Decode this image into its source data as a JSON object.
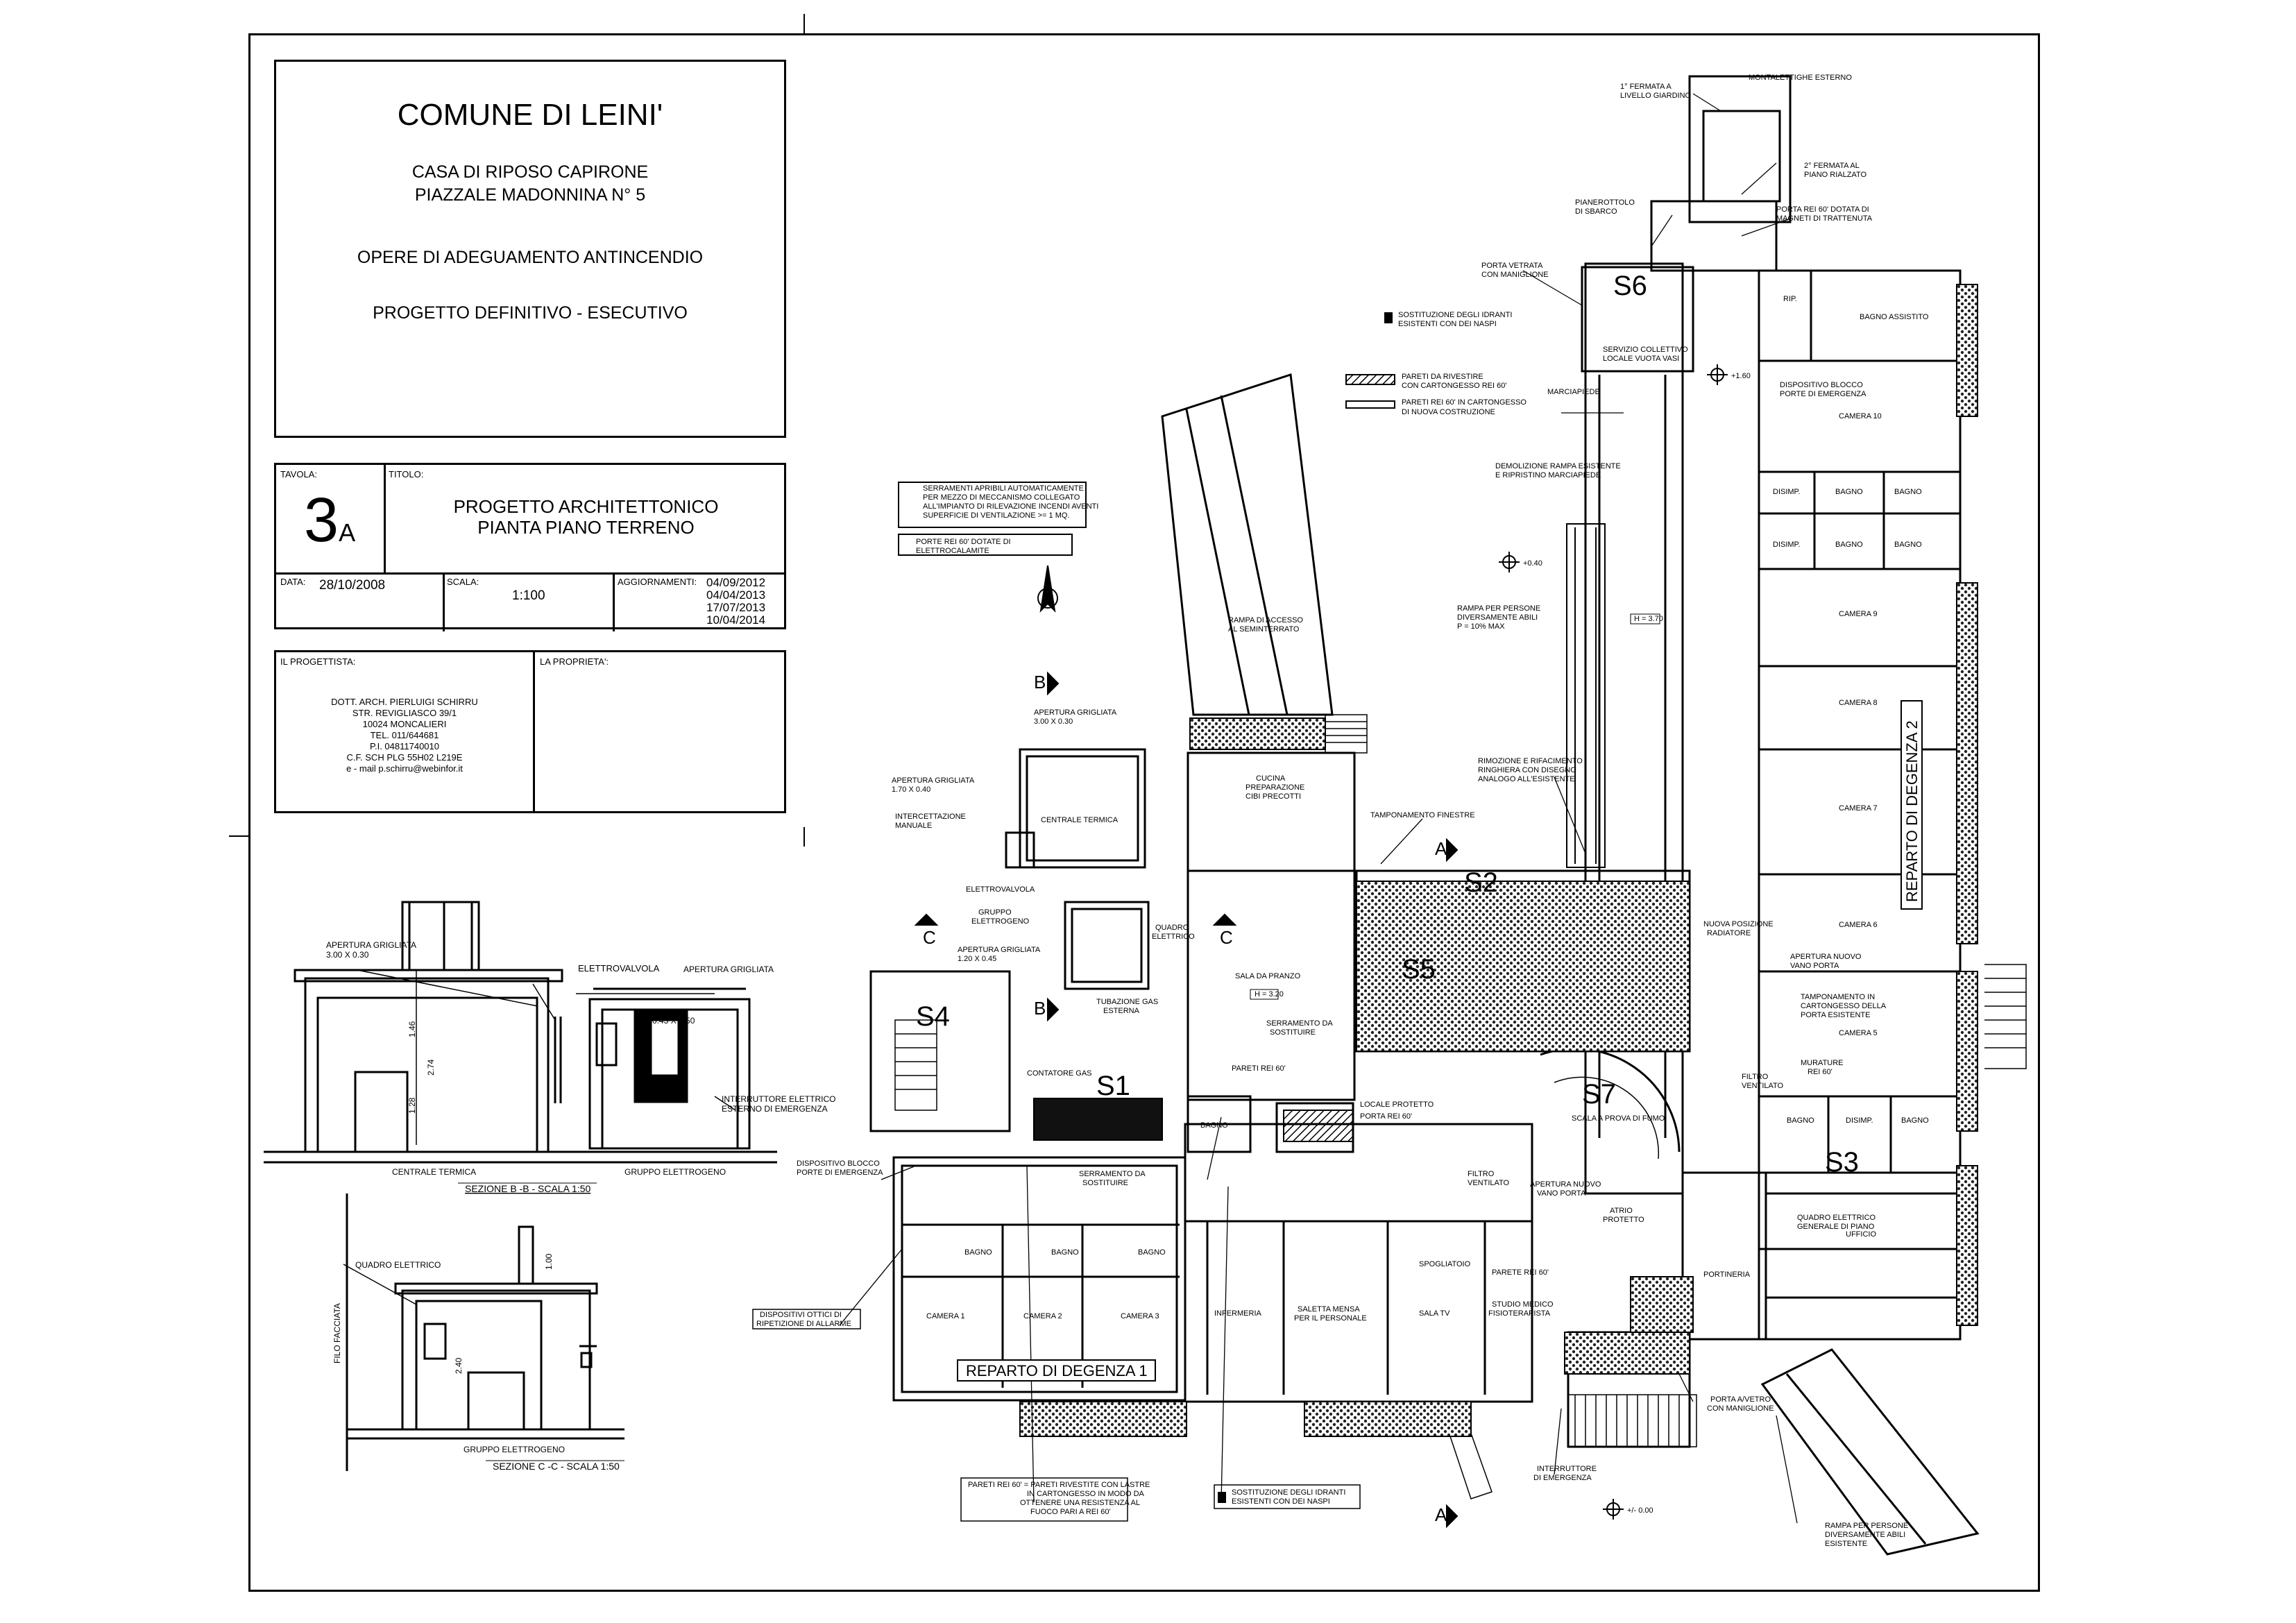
{
  "title_block": {
    "comune": "COMUNE DI LEINI'",
    "building": "CASA DI RIPOSO CAPIRONE",
    "address": "PIAZZALE MADONNINA N° 5",
    "works": "OPERE DI ADEGUAMENTO ANTINCENDIO",
    "phase": "PROGETTO DEFINITIVO - ESECUTIVO"
  },
  "sheet": {
    "tavola_label": "TAVOLA:",
    "tavola_number": "3",
    "tavola_suffix": "A",
    "titolo_label": "TITOLO:",
    "title_line1": "PROGETTO ARCHITETTONICO",
    "title_line2": "PIANTA PIANO TERRENO",
    "data_label": "DATA:",
    "data_value": "28/10/2008",
    "scala_label": "SCALA:",
    "scala_value": "1:100",
    "aggiornamenti_label": "AGGIORNAMENTI:",
    "updates": [
      "04/09/2012",
      "04/04/2013",
      "17/07/2013",
      "10/04/2014"
    ]
  },
  "credits": {
    "progettista_label": "IL PROGETTISTA:",
    "proprieta_label": "LA PROPRIETA':",
    "lines": [
      "DOTT. ARCH. PIERLUIGI SCHIRRU",
      "STR. REVIGLIASCO 39/1",
      "10024 MONCALIERI",
      "TEL. 011/644681",
      "P.I. 04811740010",
      "C.F. SCH PLG 55H02 L219E",
      "e - mail p.schirru@webinfor.it"
    ]
  },
  "sections": {
    "sec_bb": "SEZIONE B -B - SCALA 1:50",
    "sec_cc": "SEZIONE C -C - SCALA 1:50",
    "centrale_termica": "CENTRALE TERMICA",
    "gruppo_elettrogeno": "GRUPPO ELETTROGENO",
    "gruppo_elettrogeno2": "GRUPPO ELETTROGENO",
    "quadro_elettrico": "QUADRO ELETTRICO",
    "apertura_grigliata": "APERTURA GRIGLIATA",
    "apertura_grigliata_dim": "3.00 X 0.30",
    "apertura_grigliata2": "APERTURA GRIGLIATA",
    "apertura_grigliata2_dim": "0.43 X 0.50",
    "elettrovalvola": "ELETTROVALVOLA",
    "interruttore1": "INTERRUTTORE ELETTRICO",
    "interruttore2": "ESTERNO DI EMERGENZA",
    "filo_facciata": "FILO FACCIATA",
    "dim_146": "1.46",
    "dim_274": "2.74",
    "dim_128": "1.28",
    "dim_100": "1.00",
    "dim_240": "2.40"
  },
  "legend": {
    "pareti_rivestire": "PARETI DA RIVESTIRE",
    "pareti_rivestire2": "CON CARTONGESSO REI 60'",
    "pareti_nuove": "PARETI REI 60' IN CARTONGESSO",
    "pareti_nuove2": "DI NUOVA COSTRUZIONE",
    "serramenti1": "SERRAMENTI APRIBILI AUTOMATICAMENTE",
    "serramenti2": "PER MEZZO DI MECCANISMO COLLEGATO",
    "serramenti3": "ALL'IMPIANTO DI RILEVAZIONE INCENDI AVENTI",
    "serramenti4": "SUPERFICIE DI VENTILAZIONE >= 1 MQ.",
    "porte_rei1": "PORTE REI 60' DOTATE DI",
    "porte_rei2": "ELETTROCALAMITE",
    "sostituzione1": "SOSTITUZIONE DEGLI IDRANTI",
    "sostituzione2": "ESISTENTI CON DEI NASPI"
  },
  "stairs": [
    "S1",
    "S2",
    "S3",
    "S4",
    "S5",
    "S6",
    "S7"
  ],
  "section_marks": [
    "A",
    "A",
    "B",
    "B",
    "C",
    "C"
  ],
  "rooms": {
    "rampa_accesso": "RAMPA DI ACCESSO",
    "rampa_accesso2": "AL SEMINTERRATO",
    "cucina": "CUCINA",
    "cucina2": "PREPARAZIONE",
    "cucina3": "CIBI PRECOTTI",
    "centrale_termica": "CENTRALE TERMICA",
    "sala_pranzo": "SALA DA PRANZO",
    "camera1": "CAMERA 1",
    "camera2": "CAMERA 2",
    "camera3": "CAMERA 3",
    "bagno": "BAGNO",
    "infermeria": "INFERMERIA",
    "saletta1": "SALETTA MENSA",
    "saletta2": "PER IL PERSONALE",
    "sala_tv": "SALA TV",
    "studio1": "STUDIO MEDICO",
    "studio2": "FISIOTERAPISTA",
    "atrio1": "ATRIO",
    "atrio2": "PROTETTO",
    "ufficio": "UFFICIO",
    "portineria": "PORTINERIA",
    "camera5": "CAMERA 5",
    "camera6": "CAMERA 6",
    "camera7": "CAMERA 7",
    "camera8": "CAMERA 8",
    "camera9": "CAMERA 9",
    "camera10": "CAMERA 10",
    "bagno_assistito": "BAGNO ASSISTITO",
    "rip": "RIP.",
    "disimp": "DISIMP.",
    "reparto1": "REPARTO DI DEGENZA 1",
    "reparto2": "REPARTO DI DEGENZA 2",
    "marciapiede": "MARCIAPIEDE",
    "bagno2": "BAGNO"
  },
  "notes": {
    "montalettighe": "MONTALETTIGHE ESTERNO",
    "fermata1a": "1° FERMATA A",
    "fermata1b": "LIVELLO GIARDINO",
    "fermata2a": "2° FERMATA AL",
    "fermata2b": "PIANO RIALZATO",
    "pianerottolo1": "PIANEROTTOLO",
    "pianerottolo2": "DI SBARCO",
    "porta_rei_magneti1": "PORTA REI 60' DOTATA DI",
    "porta_rei_magneti2": "MAGNETI DI TRATTENUTA",
    "porta_vetrata1": "PORTA VETRATA",
    "porta_vetrata2": "CON MANIGLIONE",
    "servizio1": "SERVIZIO COLLETTIVO",
    "servizio2": "LOCALE VUOTA VASI",
    "dispositivo_blocco1": "DISPOSITIVO BLOCCO",
    "dispositivo_blocco2": "PORTE DI EMERGENZA",
    "demolizione1": "DEMOLIZIONE RAMPA ESISTENTE",
    "demolizione2": "E RIPRISTINO MARCIAPIEDE",
    "rampa_persone1": "RAMPA PER PERSONE",
    "rampa_persone2": "DIVERSAMENTE ABILI",
    "rampa_persone3": "P = 10% MAX",
    "rimozione1": "RIMOZIONE E RIFACIMENTO",
    "rimozione2": "RINGHIERA CON DISEGNO",
    "rimozione3": "ANALOGO ALL'ESISTENTE",
    "tamponamento": "TAMPONAMENTO FINESTRE",
    "apertura_griglia_a": "APERTURA GRIGLIATA",
    "apertura_griglia_a_dim": "3.00 X 0.30",
    "apertura_griglia_b": "APERTURA GRIGLIATA",
    "apertura_griglia_b_dim": "1.70 X 0.40",
    "apertura_griglia_c": "APERTURA GRIGLIATA",
    "apertura_griglia_c_dim": "1.20 X 0.45",
    "intercettazione1": "INTERCETTAZIONE",
    "intercettazione2": "MANUALE",
    "elettrovalvola": "ELETTROVALVOLA",
    "gruppo_el": "GRUPPO",
    "gruppo_el2": "ELETTROGENO",
    "quadro_el": "QUADRO",
    "quadro_el2": "ELETTRICO",
    "tubazione1": "TUBAZIONE GAS",
    "tubazione2": "ESTERNA",
    "contatore": "CONTATORE GAS",
    "dispositivo_blocco3": "DISPOSITIVO BLOCCO",
    "dispositivo_blocco4": "PORTE DI EMERGENZA",
    "dispositivi_ottici1": "DISPOSITIVI OTTICI DI",
    "dispositivi_ottici2": "RIPETIZIONE DI ALLARME",
    "serramento1": "SERRAMENTO DA",
    "serramento2": "SOSTITUIRE",
    "serramento3": "SERRAMENTO DA",
    "serramento4": "SOSTITUIRE",
    "pareti_rei_note1": "PARETI REI 60' = PARETI RIVESTITE CON LASTRE",
    "pareti_rei_note2": "IN CARTONGESSO IN MODO DA",
    "pareti_rei_note3": "OTTENERE UNA RESISTENZA AL",
    "pareti_rei_note4": "FUOCO  PARI A REI 60'",
    "sost_idranti1": "SOSTITUZIONE DEGLI IDRANTI",
    "sost_idranti2": "ESISTENTI CON DEI NASPI",
    "interruttore1": "INTERRUTTORE",
    "interruttore2": "DI EMERGENZA",
    "porta_vetro1": "PORTA A/VETRO",
    "porta_vetro2": "CON MANIGLIONE",
    "rampa_esistente1": "RAMPA PER PERSONE",
    "rampa_esistente2": "DIVERSAMENTE ABILI",
    "rampa_esistente3": "ESISTENTE",
    "apertura_nuova1": "APERTURA NUOVO",
    "apertura_nuova2": "VANO PORTA",
    "apertura_nuova3": "APERTURA NUOVO",
    "apertura_nuova4": "VANO PORTA",
    "nuova_posizione1": "NUOVA POSIZIONE",
    "nuova_posizione2": "RADIATORE",
    "tamponamento_cart1": "TAMPONAMENTO IN",
    "tamponamento_cart2": "CARTONGESSO DELLA",
    "tamponamento_cart3": "PORTA ESISTENTE",
    "muratura1": "MURATURE",
    "muratura2": "REI 60'",
    "filtro1": "FILTRO",
    "filtro2": "VENTILATO",
    "filtro3": "FILTRO",
    "filtro4": "VENTILATO",
    "quadro_generale1": "QUADRO ELETTRICO",
    "quadro_generale2": "GENERALE DI PIANO",
    "locale_protetto": "LOCALE PROTETTO",
    "spogliatoio": "SPOGLIATOIO",
    "scala_prova1": "SCALA A PROVA DI FUMO",
    "porta_rei60": "PORTA REI 60'",
    "pareti_rei60": "PARETI REI 60'",
    "parete_rei60": "PARETE REI 60'"
  },
  "levels": {
    "l160": "+1.60",
    "l040": "+0.40",
    "l000": "+/- 0.00",
    "h320": "H = 3.20",
    "h370": "H = 3.70"
  }
}
